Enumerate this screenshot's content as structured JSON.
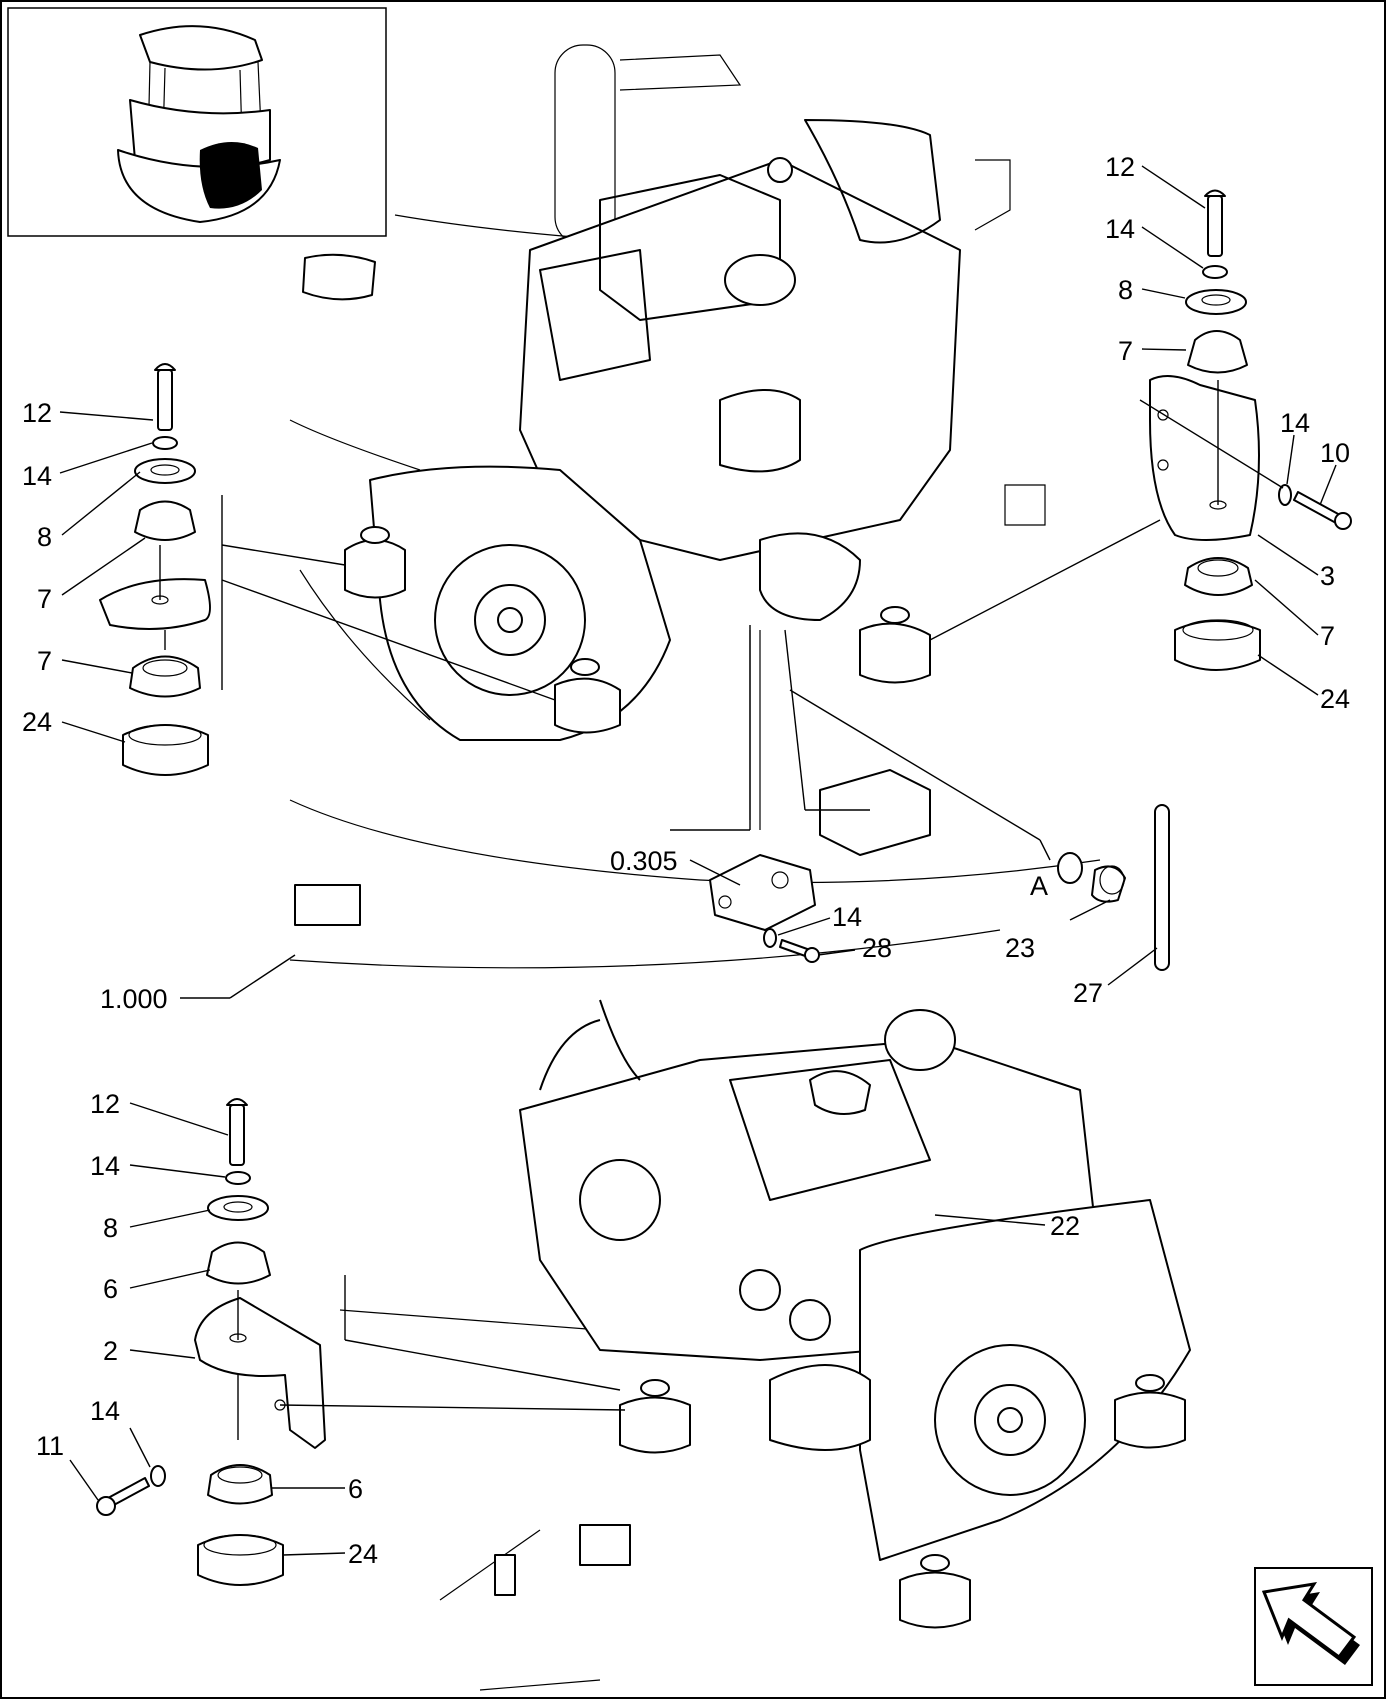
{
  "callouts": {
    "upper_right": [
      "12",
      "14",
      "8",
      "7",
      "14",
      "10",
      "3",
      "7",
      "24"
    ],
    "upper_left": [
      "12",
      "14",
      "8",
      "7",
      "7",
      "24"
    ],
    "middle": [
      "0.305",
      "14",
      "28",
      "A",
      "23",
      "27",
      "1.000"
    ],
    "lower_left": [
      "12",
      "14",
      "8",
      "6",
      "2",
      "14",
      "11",
      "6",
      "24"
    ],
    "lower_engine": [
      "22"
    ]
  }
}
